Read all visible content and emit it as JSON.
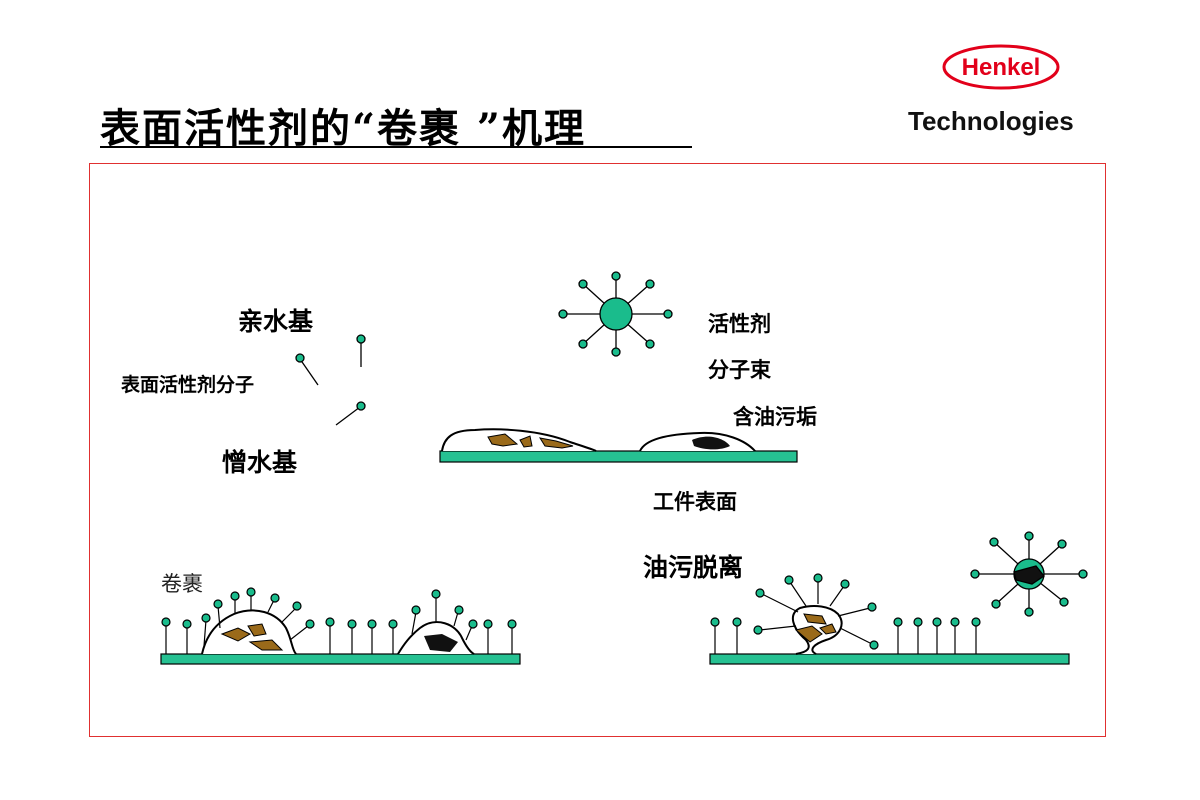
{
  "title": "表面活性剂的“卷裹 ”机理",
  "logo": {
    "brand": "Henkel",
    "sub": "Technologies"
  },
  "labels": {
    "hydrophilic": "亲水基",
    "surfactant_molecule": "表面活性剂分子",
    "hydrophobic": "憎水基",
    "surfactant_line1": "活性剂",
    "micelle_line2": "分子束",
    "oily_dirt": "含油污垢",
    "workpiece_surface": "工件表面",
    "oil_detachment": "油污脱离",
    "roll_up": "卷裹"
  },
  "colors": {
    "head": "#1abc8c",
    "substrate": "#26c192",
    "dirt_brown": "#9a6a1a",
    "dirt_black": "#111111",
    "frame": "#e03030",
    "logo_red": "#e2001a"
  }
}
